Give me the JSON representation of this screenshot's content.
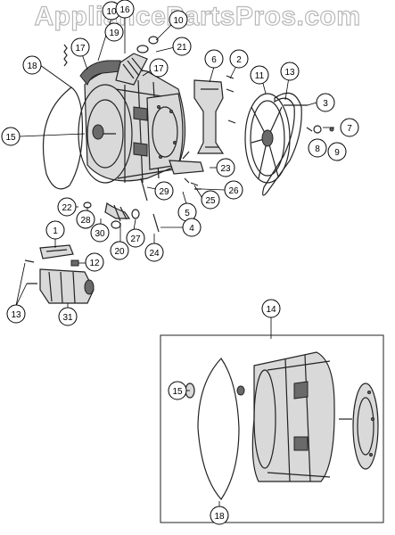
{
  "watermark": "AppliancePartsPros.com",
  "callouts": {
    "c1": "1",
    "c2": "2",
    "c3": "3",
    "c4": "4",
    "c5": "5",
    "c6": "6",
    "c7": "7",
    "c8": "8",
    "c9": "9",
    "c10": "10",
    "c11": "11",
    "c12": "12",
    "c13a": "13",
    "c13b": "13",
    "c14": "14",
    "c15a": "15",
    "c15b": "15",
    "c16": "16",
    "c17a": "17",
    "c17b": "17",
    "c18a": "18",
    "c18b": "18",
    "c19": "19",
    "c20": "20",
    "c21": "21",
    "c22": "22",
    "c23": "23",
    "c24": "24",
    "c25": "25",
    "c26": "26",
    "c27": "27",
    "c28": "28",
    "c29": "29",
    "c30": "30",
    "c31": "31"
  },
  "colors": {
    "line": "#222222",
    "shade": "#d9d9d9",
    "dark": "#6a6a6a",
    "watermark": "#b8b8b8"
  }
}
